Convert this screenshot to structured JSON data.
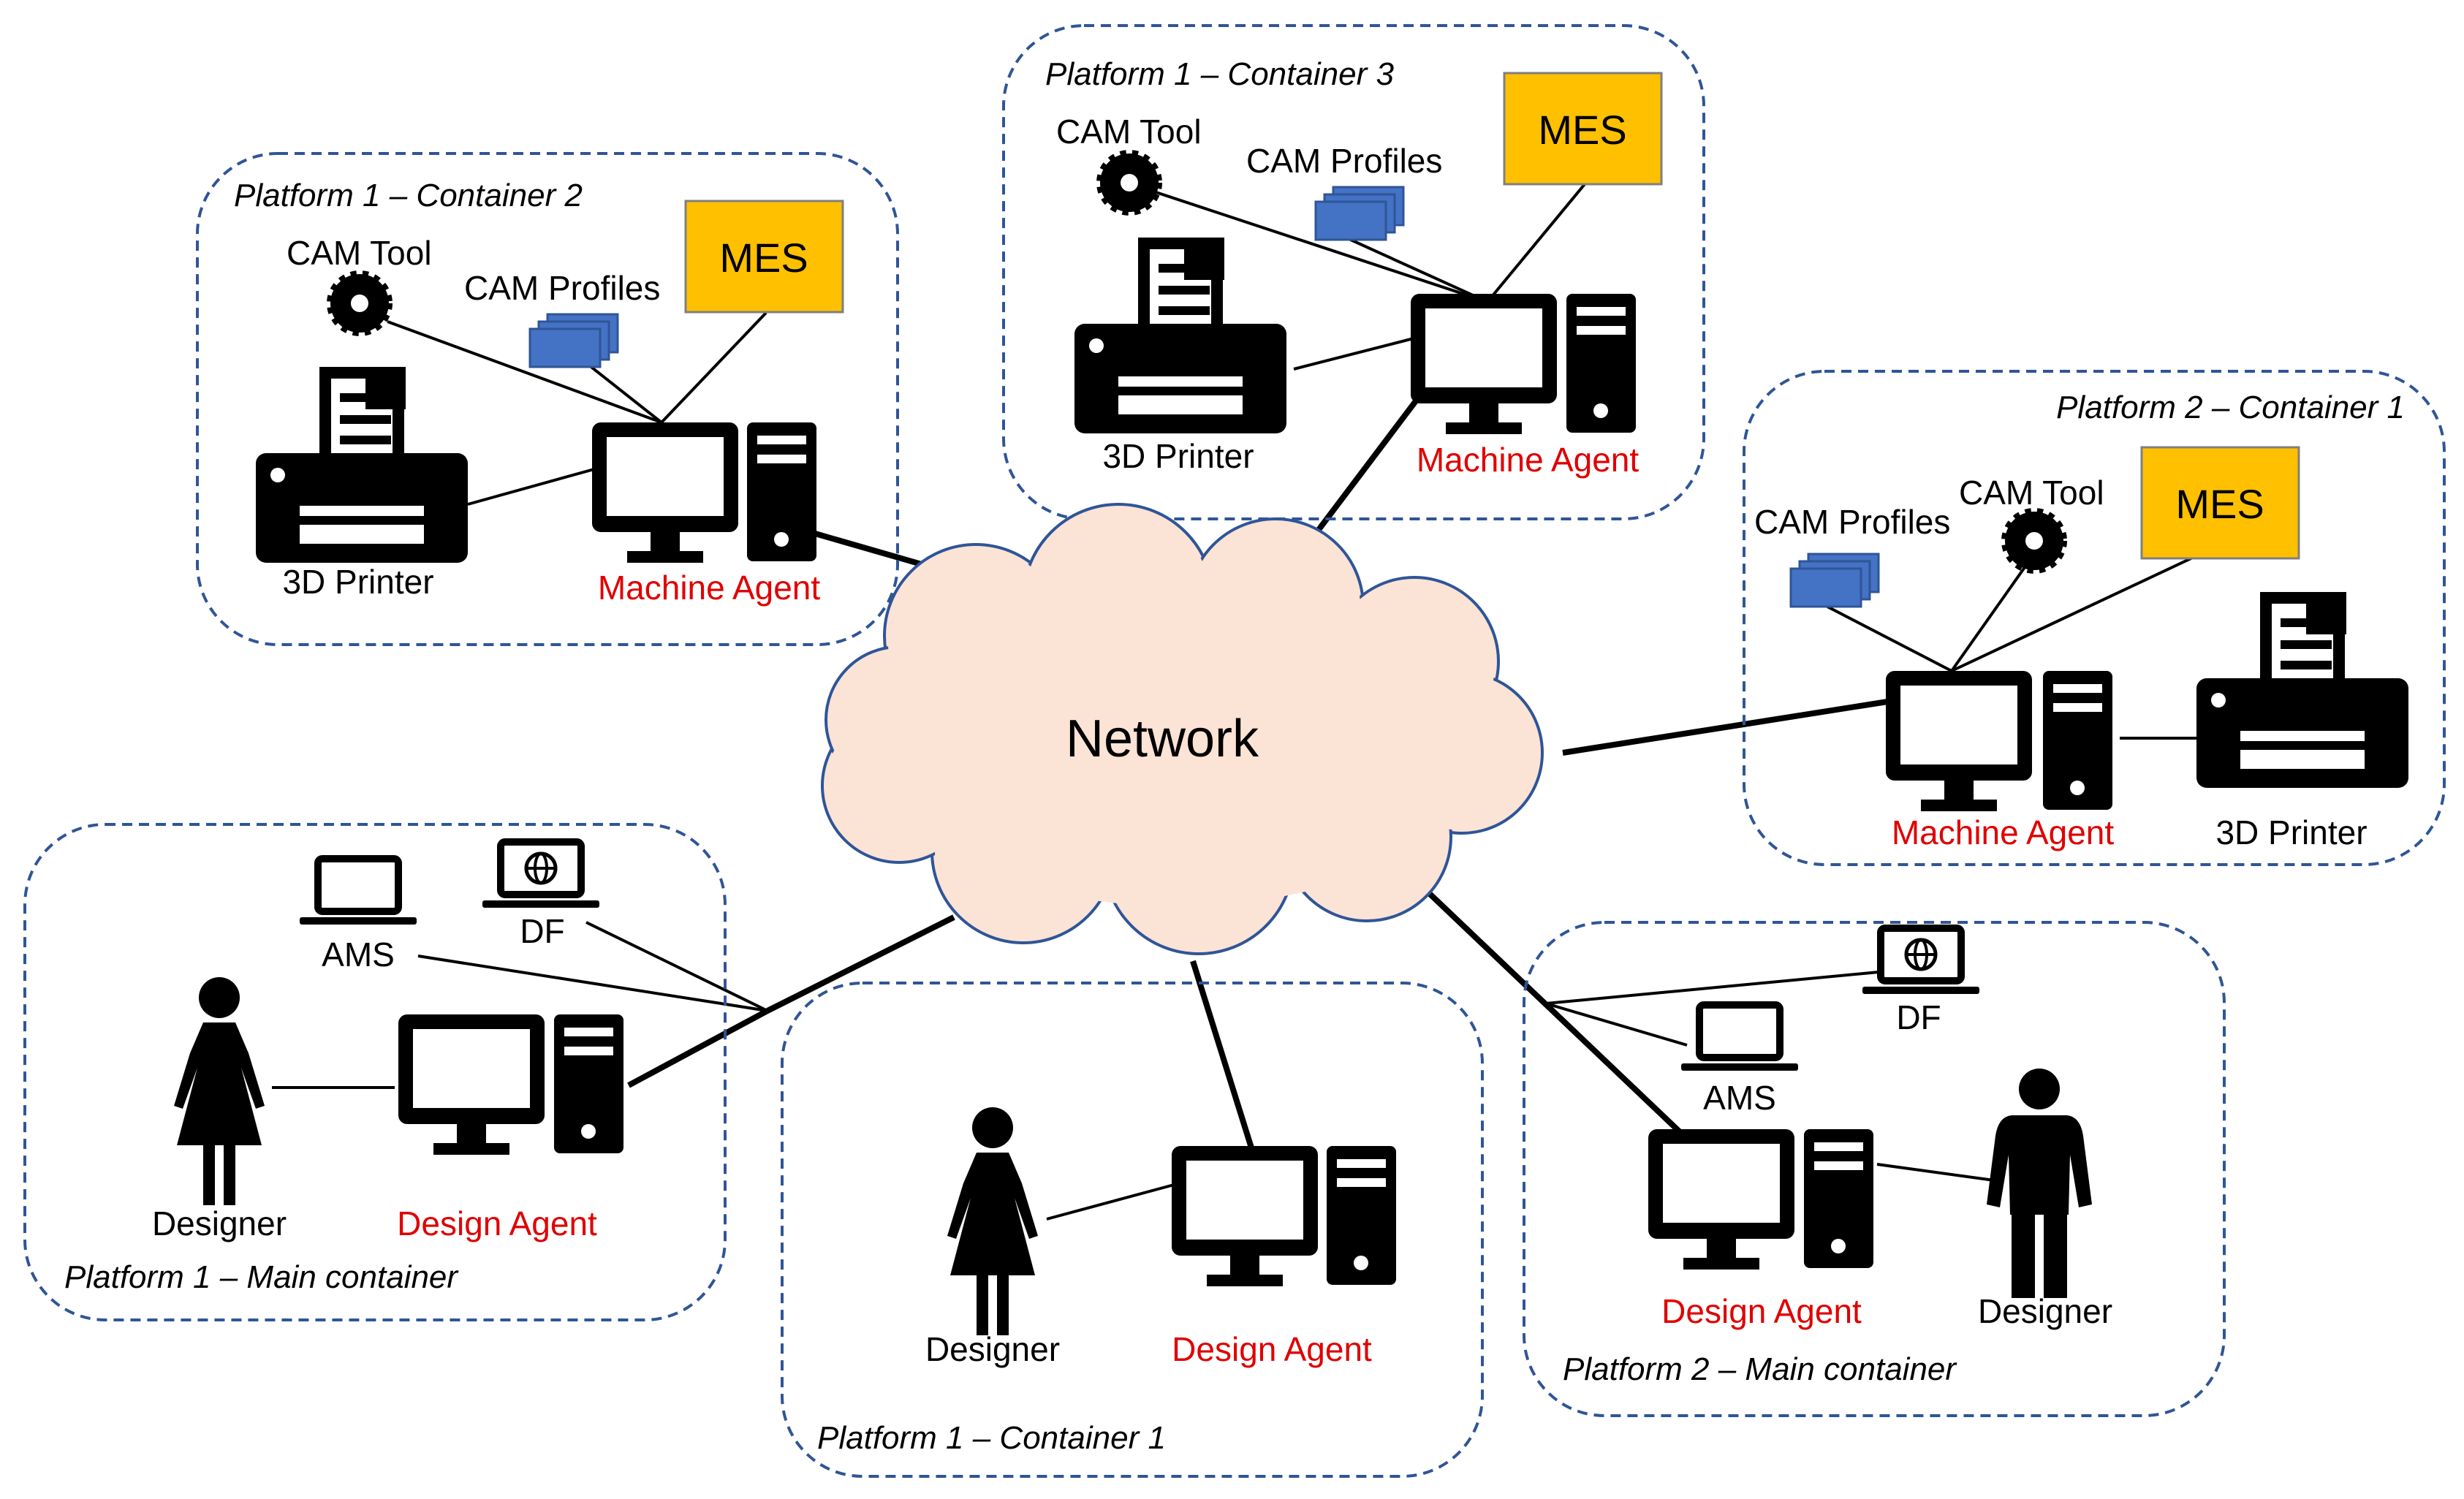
{
  "network_label": "Network",
  "colors": {
    "agent_text": "#e00000",
    "mes_fill": "#ffc000",
    "cloud_fill": "#fbe3d6",
    "cloud_stroke": "#2f5597",
    "container_border": "#2f5597",
    "profiles_fill": "#4472c4"
  },
  "containers": {
    "p1c2": {
      "title": "Platform 1 – Container 2",
      "cam_tool": "CAM Tool",
      "cam_profiles": "CAM Profiles",
      "mes": "MES",
      "printer": "3D Printer",
      "agent": "Machine Agent"
    },
    "p1c3": {
      "title": "Platform 1 – Container 3",
      "cam_tool": "CAM Tool",
      "cam_profiles": "CAM Profiles",
      "mes": "MES",
      "printer": "3D Printer",
      "agent": "Machine Agent"
    },
    "p2c1": {
      "title": "Platform 2 – Container 1",
      "cam_tool": "CAM Tool",
      "cam_profiles": "CAM Profiles",
      "mes": "MES",
      "printer": "3D Printer",
      "agent": "Machine Agent"
    },
    "p1main": {
      "title": "Platform 1 – Main container",
      "ams": "AMS",
      "df": "DF",
      "designer": "Designer",
      "agent": "Design Agent"
    },
    "p1c1": {
      "title": "Platform 1 – Container 1",
      "designer": "Designer",
      "agent": "Design Agent"
    },
    "p2main": {
      "title": "Platform 2 – Main container",
      "ams": "AMS",
      "df": "DF",
      "designer": "Designer",
      "agent": "Design Agent"
    }
  },
  "icons": [
    "computer-icon",
    "tower-icon",
    "printer-icon",
    "gear-icon",
    "profiles-icon",
    "laptop-icon",
    "globe-laptop-icon",
    "person-icon"
  ]
}
